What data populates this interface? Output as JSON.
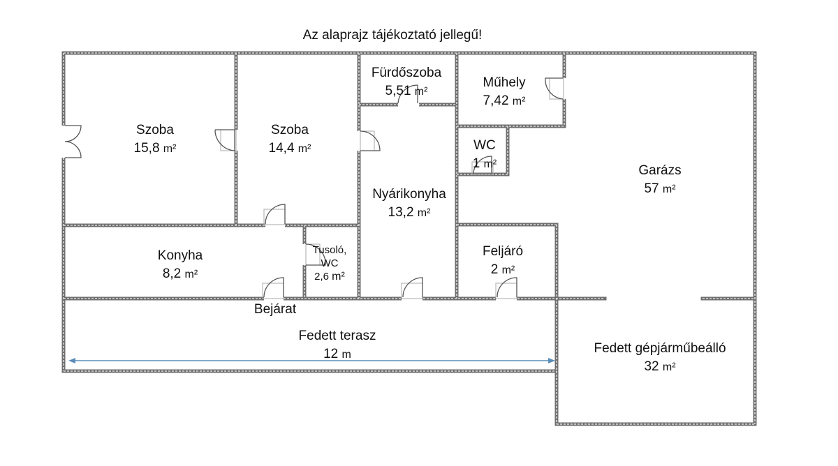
{
  "title": "Az alaprajz tájékoztató jellegű!",
  "rooms": [
    {
      "name": "Szoba",
      "area": "15,8",
      "unit": "m²"
    },
    {
      "name": "Szoba",
      "area": "14,4",
      "unit": "m²"
    },
    {
      "name": "Fürdőszoba",
      "area": "5,51",
      "unit": "m²"
    },
    {
      "name": "Műhely",
      "area": "7,42",
      "unit": "m²"
    },
    {
      "name": "WC",
      "area": "1",
      "unit": "m²"
    },
    {
      "name": "Nyárikonyha",
      "area": "13,2",
      "unit": "m²"
    },
    {
      "name": "Garázs",
      "area": "57",
      "unit": "m²"
    },
    {
      "name": "Konyha",
      "area": "8,2",
      "unit": "m²"
    },
    {
      "name": "Tusoló,",
      "name2": "WC",
      "area": "2,6",
      "unit": "m²"
    },
    {
      "name": "Feljáró",
      "area": "2",
      "unit": "m²"
    },
    {
      "name": "Fedett terasz",
      "area": "12",
      "unit": "m"
    },
    {
      "name": "Fedett gépjárműbeálló",
      "area": "32",
      "unit": "m²"
    }
  ],
  "entrance": "Bejárat",
  "colors": {
    "wall": "#6f6f6f",
    "dimension_arrow": "#5b8db8"
  }
}
